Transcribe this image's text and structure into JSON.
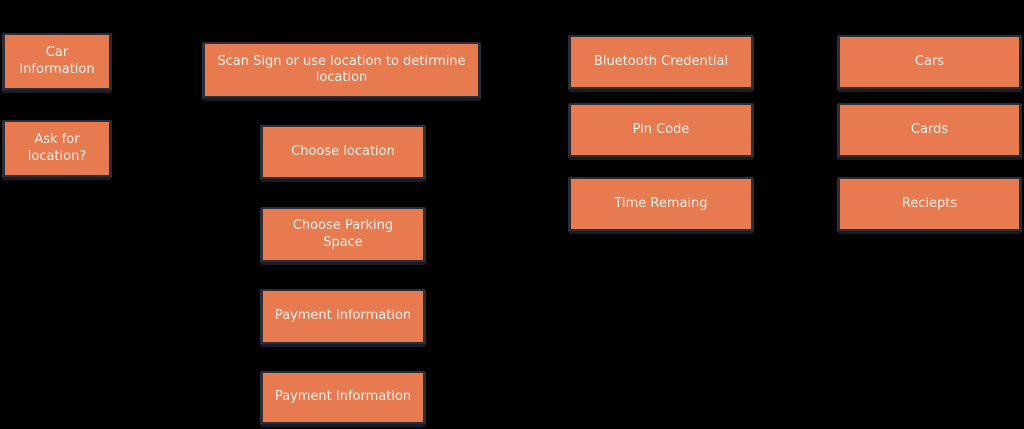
{
  "diagram": {
    "type": "flowchart",
    "background_color": "#000000",
    "node_style": {
      "fill_color": "#E87A4F",
      "border_color": "#2B2E38",
      "shadow_color": "#191C24",
      "text_color": "#F8EFEA"
    },
    "nodes": [
      {
        "id": "car-information",
        "label": "Car Information"
      },
      {
        "id": "ask-for-location",
        "label": "Ask for location?"
      },
      {
        "id": "scan-sign",
        "label": "Scan Sign or use location to detirmine location"
      },
      {
        "id": "choose-location",
        "label": "Choose location"
      },
      {
        "id": "choose-parking-space",
        "label": "Choose Parking Space"
      },
      {
        "id": "payment-information-1",
        "label": "Payment Information"
      },
      {
        "id": "payment-information-2",
        "label": "Payment Information"
      },
      {
        "id": "bluetooth-credential",
        "label": "Bluetooth Credential"
      },
      {
        "id": "pin-code",
        "label": "Pin Code"
      },
      {
        "id": "time-remaing",
        "label": "Time Remaing"
      },
      {
        "id": "cars",
        "label": "Cars"
      },
      {
        "id": "cards",
        "label": "Cards"
      },
      {
        "id": "reciepts",
        "label": "Reciepts"
      }
    ]
  }
}
